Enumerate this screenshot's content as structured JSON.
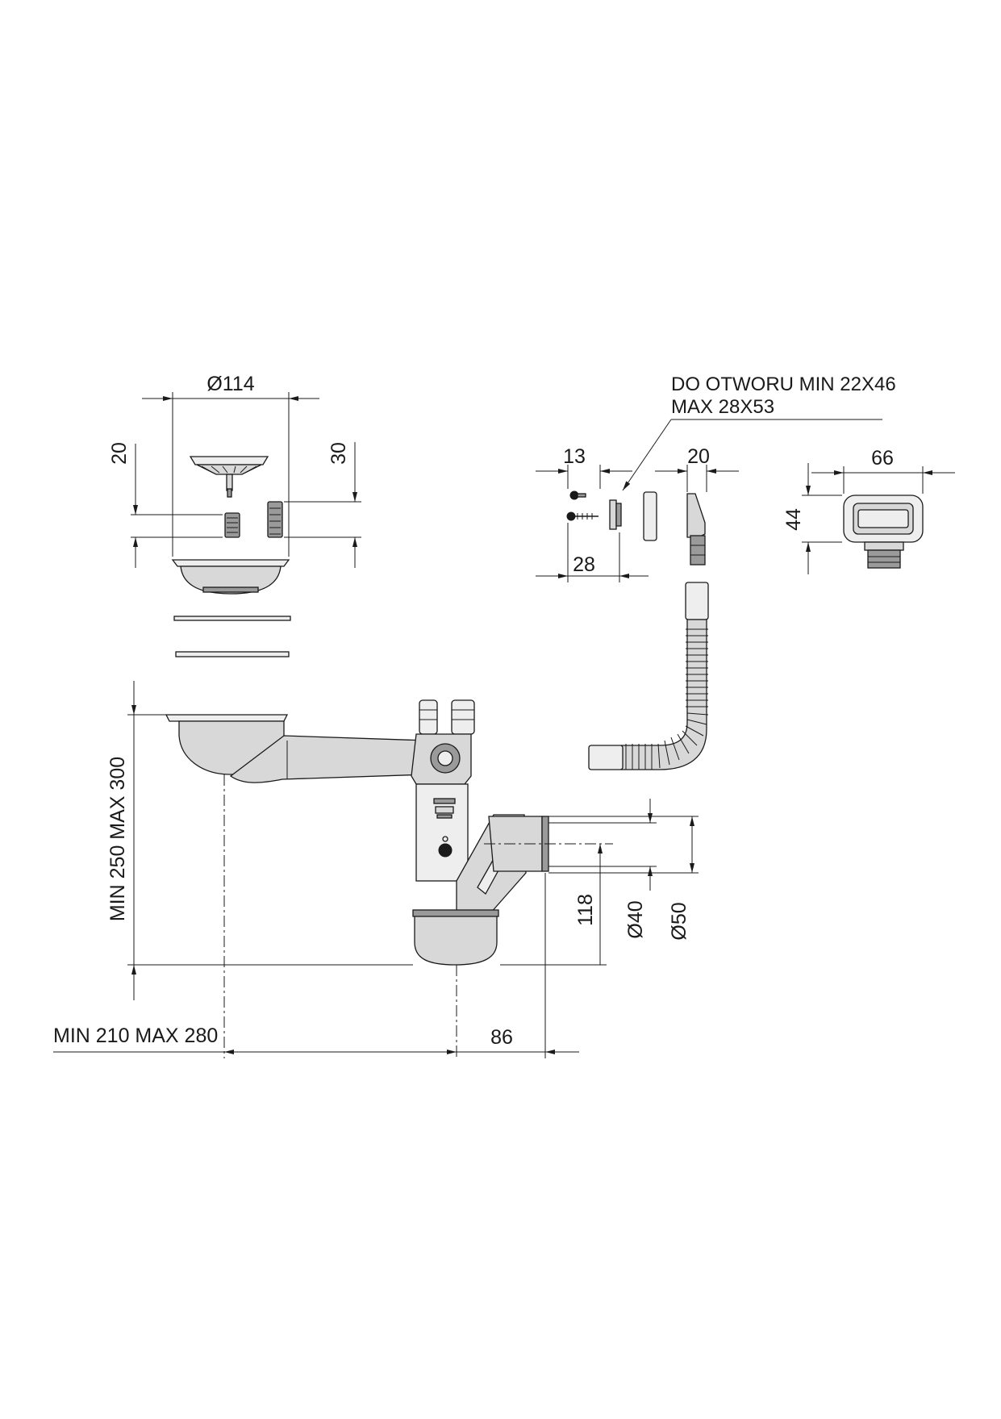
{
  "dimensions": {
    "strainer_diameter": "Ø114",
    "strainer_height": "20",
    "strainer_bolt_height": "30",
    "overflow_screw_width": "13",
    "overflow_screw_length": "28",
    "overflow_connector_width": "20",
    "overflow_cover_width": "66",
    "overflow_cover_height": "44",
    "total_height": "MIN 250 MAX 300",
    "outlet_height": "118",
    "outlet_inner_diameter": "Ø40",
    "outlet_outer_diameter": "Ø50",
    "horizontal_reach": "MIN 210 MAX 280",
    "outlet_offset": "86"
  },
  "notes": {
    "overflow_hole_line1": "DO OTWORU MIN 22X46",
    "overflow_hole_line2": "MAX 28X53"
  },
  "colors": {
    "line": "#1a1a1a",
    "part_fill": "#d8d8d8"
  }
}
